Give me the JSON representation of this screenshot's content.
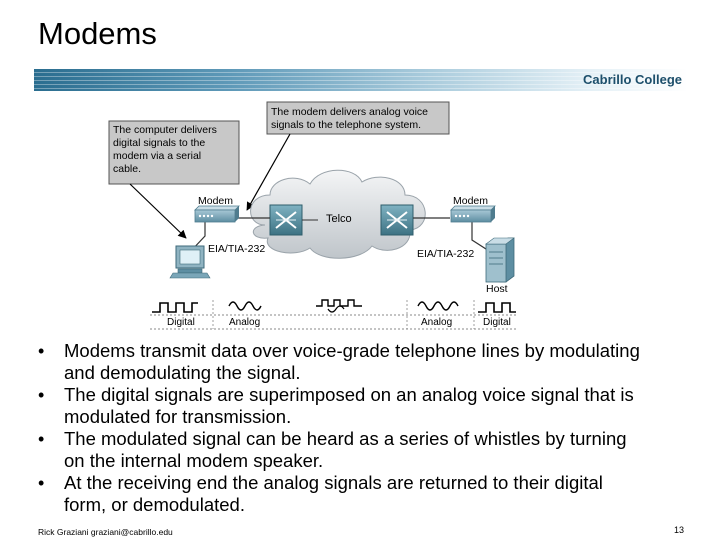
{
  "slide": {
    "title": "Modems",
    "brand": "Cabrillo College",
    "footer": "Rick Graziani  graziani@cabrillo.edu",
    "page_number": "13"
  },
  "diagram": {
    "callout_computer": [
      "The computer delivers",
      "digital signals to the",
      "modem via a serial",
      "cable."
    ],
    "callout_modem": [
      "The modem delivers analog voice",
      "signals to the telephone system."
    ],
    "modem_left_label": "Modem",
    "modem_right_label": "Modem",
    "cloud_label": "Telco",
    "interface_left_label": "EIA/TIA-232",
    "interface_right_label": "EIA/TIA-232",
    "host_label": "Host",
    "signal_labels": [
      "Digital",
      "Analog",
      "Analog",
      "Digital"
    ]
  },
  "bullets": [
    "Modems transmit data over voice-grade telephone lines by modulating and demodulating the signal.",
    "The digital signals are superimposed on an analog voice signal that is modulated for transmission.",
    "The modulated signal can be heard as a series of whistles by turning on the internal modem speaker.",
    "At the receiving end the analog signals are returned to their digital form, or demodulated."
  ],
  "bullet_lines": [
    [
      "Modems transmit data over voice-grade telephone lines by modulating",
      "and demodulating the signal."
    ],
    [
      "The digital signals are superimposed on an analog voice signal that is",
      "modulated for transmission."
    ],
    [
      "The modulated signal can be heard as a series of whistles by turning",
      "on the internal modem speaker."
    ],
    [
      "At the receiving end the analog signals are returned to their digital",
      "form, or demodulated."
    ]
  ],
  "colors": {
    "header_bar_start": "#2a6d8f",
    "brand_text": "#1d4f6b",
    "modem_body": "#7aa6b8",
    "router_body": "#4f8a9c",
    "cloud_fill": "#d9dde0"
  }
}
